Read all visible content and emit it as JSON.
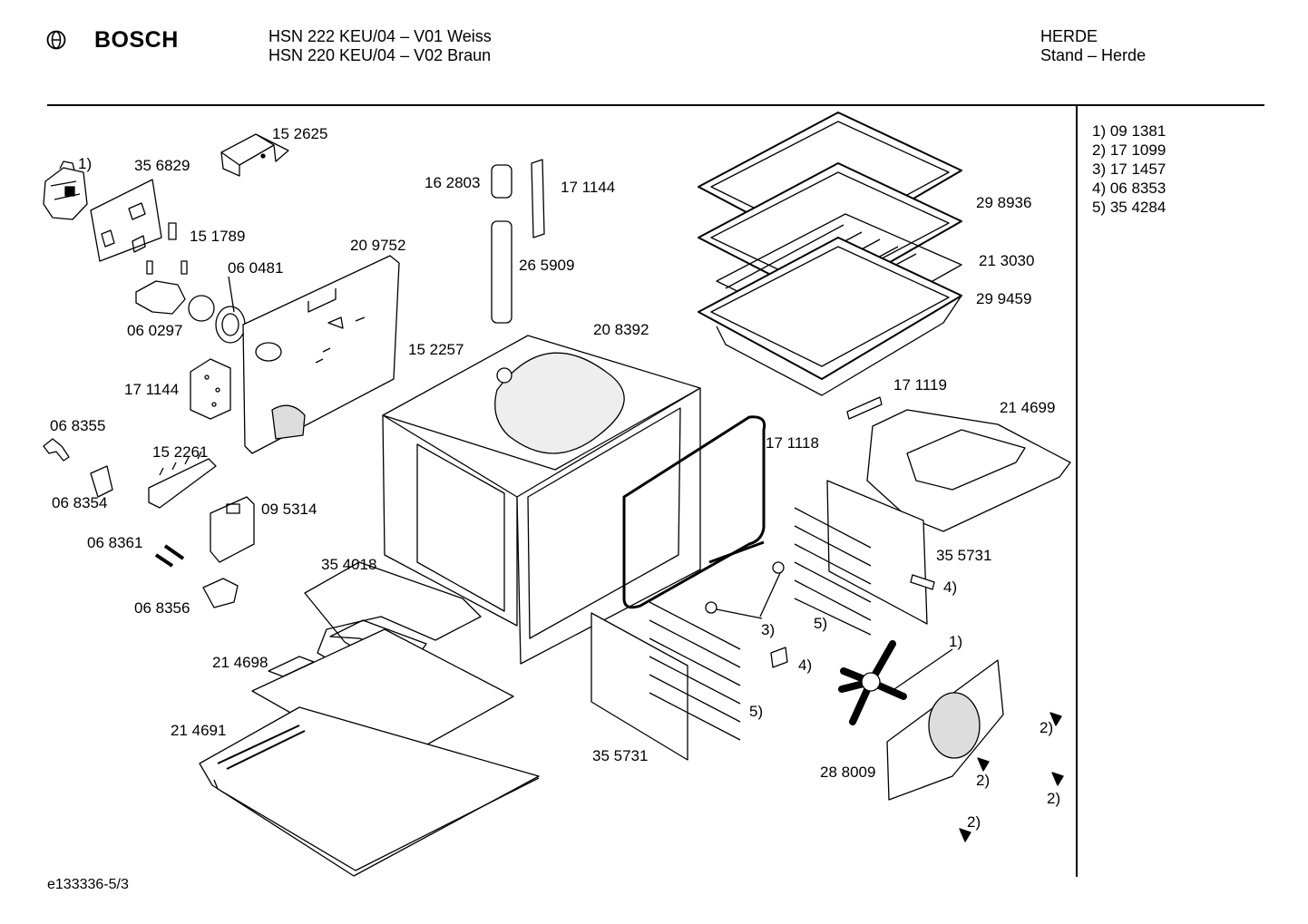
{
  "header": {
    "brand": "BOSCH",
    "model_line_1": "HSN 222 KEU/04 – V01 Weiss",
    "model_line_2": "HSN 220 KEU/04 – V02 Braun",
    "category_line_1": "HERDE",
    "category_line_2": "Stand – Herde"
  },
  "legend": [
    "1) 09 1381",
    "2) 17 1099",
    "3) 17 1457",
    "4) 06 8353",
    "5) 35 4284"
  ],
  "part_labels": {
    "p1_marker": "1)",
    "p356829": "35 6829",
    "p152625": "15 2625",
    "p151789": "15 1789",
    "p060481": "06 0481",
    "p060297": "06 0297",
    "p209752": "20 9752",
    "p171144_left": "17 1144",
    "p068355": "06 8355",
    "p152261": "15 2261",
    "p068354": "06 8354",
    "p095314": "09 5314",
    "p068361": "06 8361",
    "p068356": "06 8356",
    "p162803": "16 2803",
    "p171144_top": "17 1144",
    "p265909": "26 5909",
    "p152257": "15 2257",
    "p208392": "20 8392",
    "p298936": "29 8936",
    "p213030": "21 3030",
    "p299459": "29 9459",
    "p171119": "17 1119",
    "p214699": "21 4699",
    "p171118": "17 1118",
    "p355731_right": "35 5731",
    "m4_right": "4)",
    "m5_right": "5)",
    "m3": "3)",
    "m4_mid": "4)",
    "m5_mid": "5)",
    "m1_fan": "1)",
    "p354018": "35 4018",
    "p214698": "21 4698",
    "p214691": "21 4691",
    "p355731_bottom": "35 5731",
    "p288009": "28 8009",
    "m2_a": "2)",
    "m2_b": "2)",
    "m2_c": "2)",
    "m2_d": "2)"
  },
  "footer": {
    "drawing_id": "e133336-5/3"
  },
  "icons": {
    "logo": "bosch-armature-logo-icon"
  }
}
